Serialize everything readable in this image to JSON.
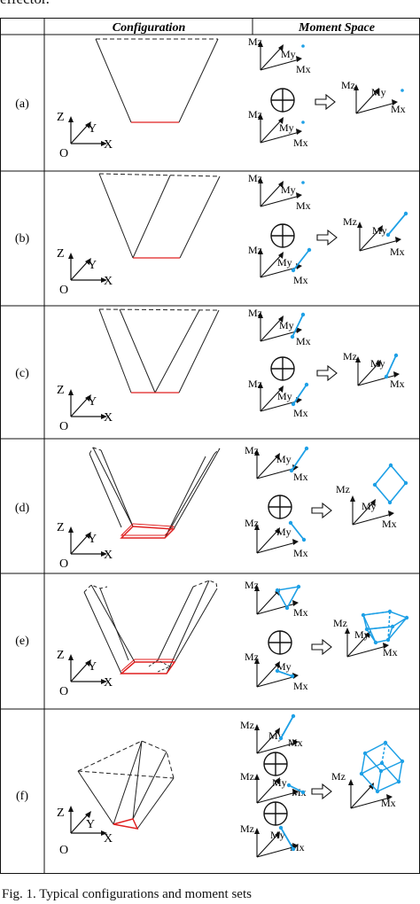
{
  "top_text": "effector.",
  "table": {
    "header_configuration": "Configuration",
    "header_moment_space": "Moment Space"
  },
  "axes": {
    "x": "X",
    "y": "Y",
    "z": "Z",
    "origin": "O",
    "mx": "Mx",
    "my": "My",
    "mz": "Mz"
  },
  "rows": [
    {
      "label": "(a)"
    },
    {
      "label": "(b)"
    },
    {
      "label": "(c)"
    },
    {
      "label": "(d)"
    },
    {
      "label": "(e)"
    },
    {
      "label": "(f)"
    }
  ],
  "colors": {
    "accent_blue": "#1ea0e6",
    "accent_red": "#e02020",
    "line": "#222222"
  },
  "caption": "Fig. 1.   Typical configurations and moment sets"
}
